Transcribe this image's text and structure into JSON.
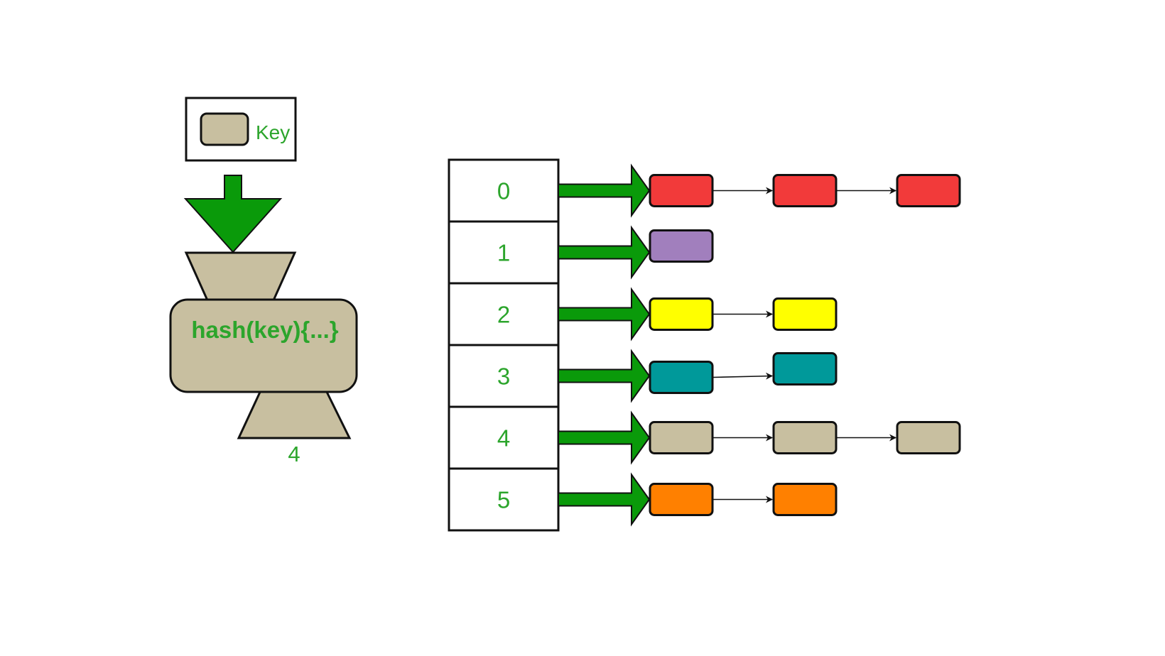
{
  "key_box": {
    "label": "Key",
    "swatch_color": "#c8bfa0"
  },
  "hash_function": {
    "label": "hash(key){...}",
    "output": "4",
    "body_color": "#c8bfa0"
  },
  "colors": {
    "arrow_fill": "#0a9a0a",
    "text_green": "#2ca52c",
    "stroke": "#111111"
  },
  "buckets": [
    {
      "index": "0",
      "chain": [
        "#f23a3a",
        "#f23a3a",
        "#f23a3a"
      ]
    },
    {
      "index": "1",
      "chain": [
        "#a17fbd"
      ]
    },
    {
      "index": "2",
      "chain": [
        "#ffff00",
        "#ffff00"
      ]
    },
    {
      "index": "3",
      "chain": [
        "#00999a",
        "#00999a"
      ]
    },
    {
      "index": "4",
      "chain": [
        "#c8bfa0",
        "#c8bfa0",
        "#c8bfa0"
      ]
    },
    {
      "index": "5",
      "chain": [
        "#ff8000",
        "#ff8000"
      ]
    }
  ]
}
